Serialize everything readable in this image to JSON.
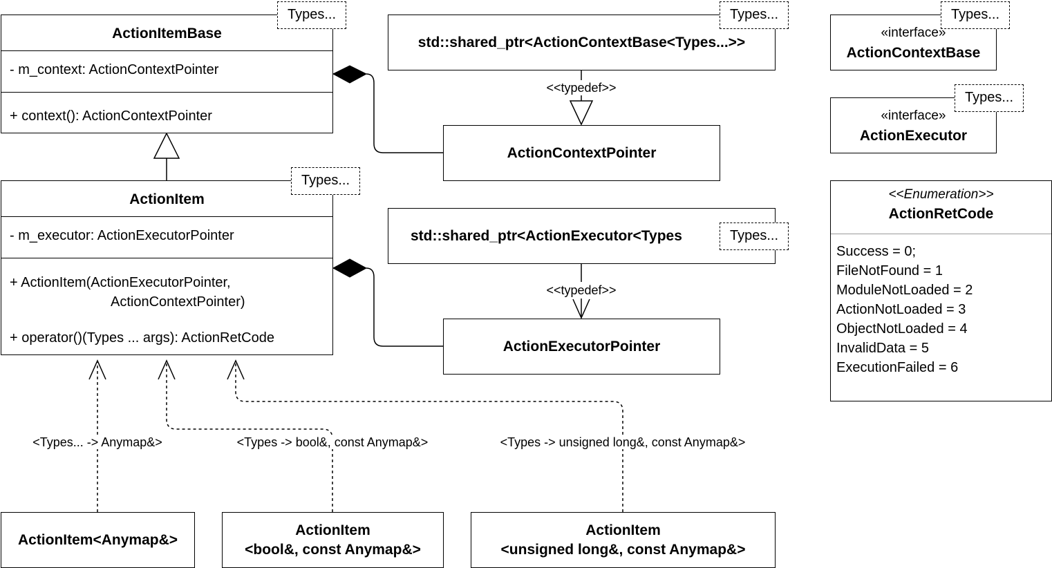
{
  "template_tag": "Types...",
  "classes": {
    "action_item_base": {
      "name": "ActionItemBase",
      "attribute": "- m_context: ActionContextPointer",
      "method": "+ context(): ActionContextPointer"
    },
    "action_item": {
      "name": "ActionItem",
      "attribute": "- m_executor: ActionExecutorPointer",
      "method_ctor_line1": "+ ActionItem(ActionExecutorPointer,",
      "method_ctor_line2": "ActionContextPointer)",
      "method_call": "+ operator()(Types ... args): ActionRetCode"
    },
    "shared_ptr_context": {
      "name": "std::shared_ptr<ActionContextBase<Types...>>"
    },
    "action_context_pointer": {
      "name": "ActionContextPointer"
    },
    "shared_ptr_executor": {
      "name": "std::shared_ptr<ActionExecutor<Types"
    },
    "action_executor_pointer": {
      "name": "ActionExecutorPointer"
    },
    "action_context_base": {
      "stereotype": "«interface»",
      "name": "ActionContextBase"
    },
    "action_executor": {
      "stereotype": "«interface»",
      "name": "ActionExecutor"
    },
    "action_ret_code": {
      "stereotype": "<<Enumeration>>",
      "name": "ActionRetCode",
      "values": [
        "Success = 0;",
        "FileNotFound = 1",
        "ModuleNotLoaded = 2",
        "ActionNotLoaded = 3",
        "ObjectNotLoaded = 4",
        "InvalidData = 5",
        "ExecutionFailed = 6"
      ]
    },
    "item_anymap": {
      "name": "ActionItem<Anymap&>"
    },
    "item_bool": {
      "line1": "ActionItem",
      "line2": "<bool&, const Anymap&>"
    },
    "item_ulong": {
      "line1": "ActionItem",
      "line2": "<unsigned long&, const Anymap&>"
    }
  },
  "relations": {
    "typedef_label": "<<typedef>>",
    "bind_anymap": "<Types... -> Anymap&>",
    "bind_bool": "<Types -> bool&, const Anymap&>",
    "bind_ulong": "<Types -> unsigned long&, const Anymap&>"
  }
}
